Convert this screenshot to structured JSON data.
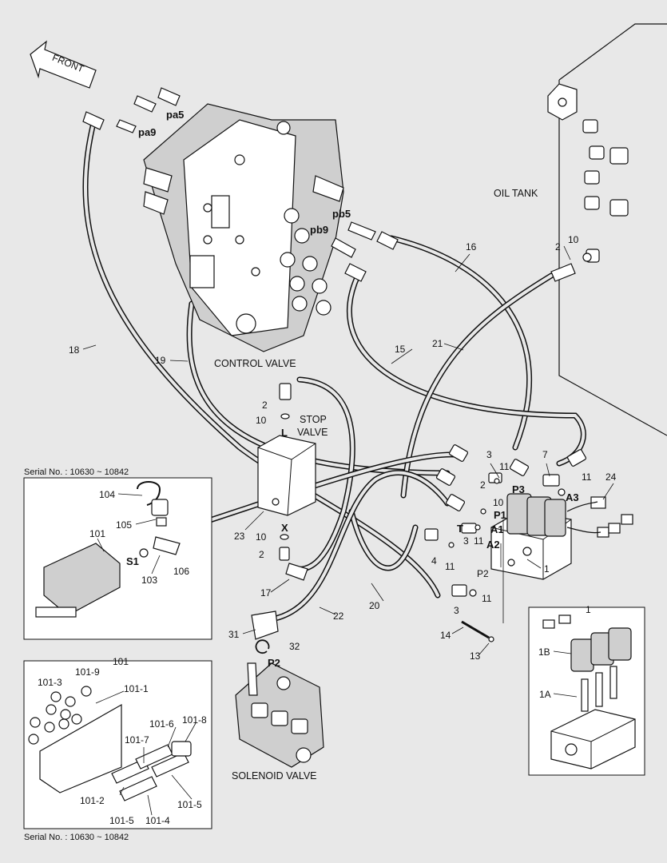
{
  "labels": {
    "front": "FRONT",
    "oil_tank": "OIL TANK",
    "control_valve": "CONTROL VALVE",
    "stop_valve_1": "STOP",
    "stop_valve_2": "VALVE",
    "solenoid_valve": "SOLENOID VALVE",
    "serial_top": "Serial No. : 10630 ~ 10842",
    "serial_bottom": "Serial No. : 10630 ~ 10842"
  },
  "ports": {
    "pa5": "pa5",
    "pa9": "pa9",
    "pb5": "pb5",
    "pb9": "pb9",
    "L": "L",
    "X": "X",
    "P1": "P1",
    "P2": "P2",
    "P3": "P3",
    "A1": "A1",
    "A2": "A2",
    "A3": "A3",
    "T": "T",
    "S1": "S1",
    "P2b": "P2"
  },
  "callouts": {
    "c16": "16",
    "c2a": "2",
    "c10a": "10",
    "c15": "15",
    "c21": "21",
    "c18": "18",
    "c19": "19",
    "c2b": "2",
    "c10b": "10",
    "c3a": "3",
    "c11a": "11",
    "c7": "7",
    "c24": "24",
    "c11b": "11",
    "c2c": "2",
    "c10c": "10",
    "c3b": "3",
    "c11c": "11",
    "c4": "4",
    "c11d": "11",
    "c1": "1",
    "c23": "23",
    "c10d": "10",
    "c2d": "2",
    "c17": "17",
    "c20": "20",
    "c22": "22",
    "c3c": "3",
    "c11e": "11",
    "c14": "14",
    "c13": "13",
    "c31": "31",
    "c32": "32",
    "c104": "104",
    "c105": "105",
    "c101": "101",
    "c103": "103",
    "c106": "106",
    "c1top": "1",
    "c1B": "1B",
    "c1A": "1A",
    "b101": "101",
    "b101_9": "101-9",
    "b101_3": "101-3",
    "b101_1": "101-1",
    "b101_6": "101-6",
    "b101_8": "101-8",
    "b101_7": "101-7",
    "b101_2": "101-2",
    "b101_5a": "101-5",
    "b101_4": "101-4",
    "b101_5b": "101-5"
  }
}
